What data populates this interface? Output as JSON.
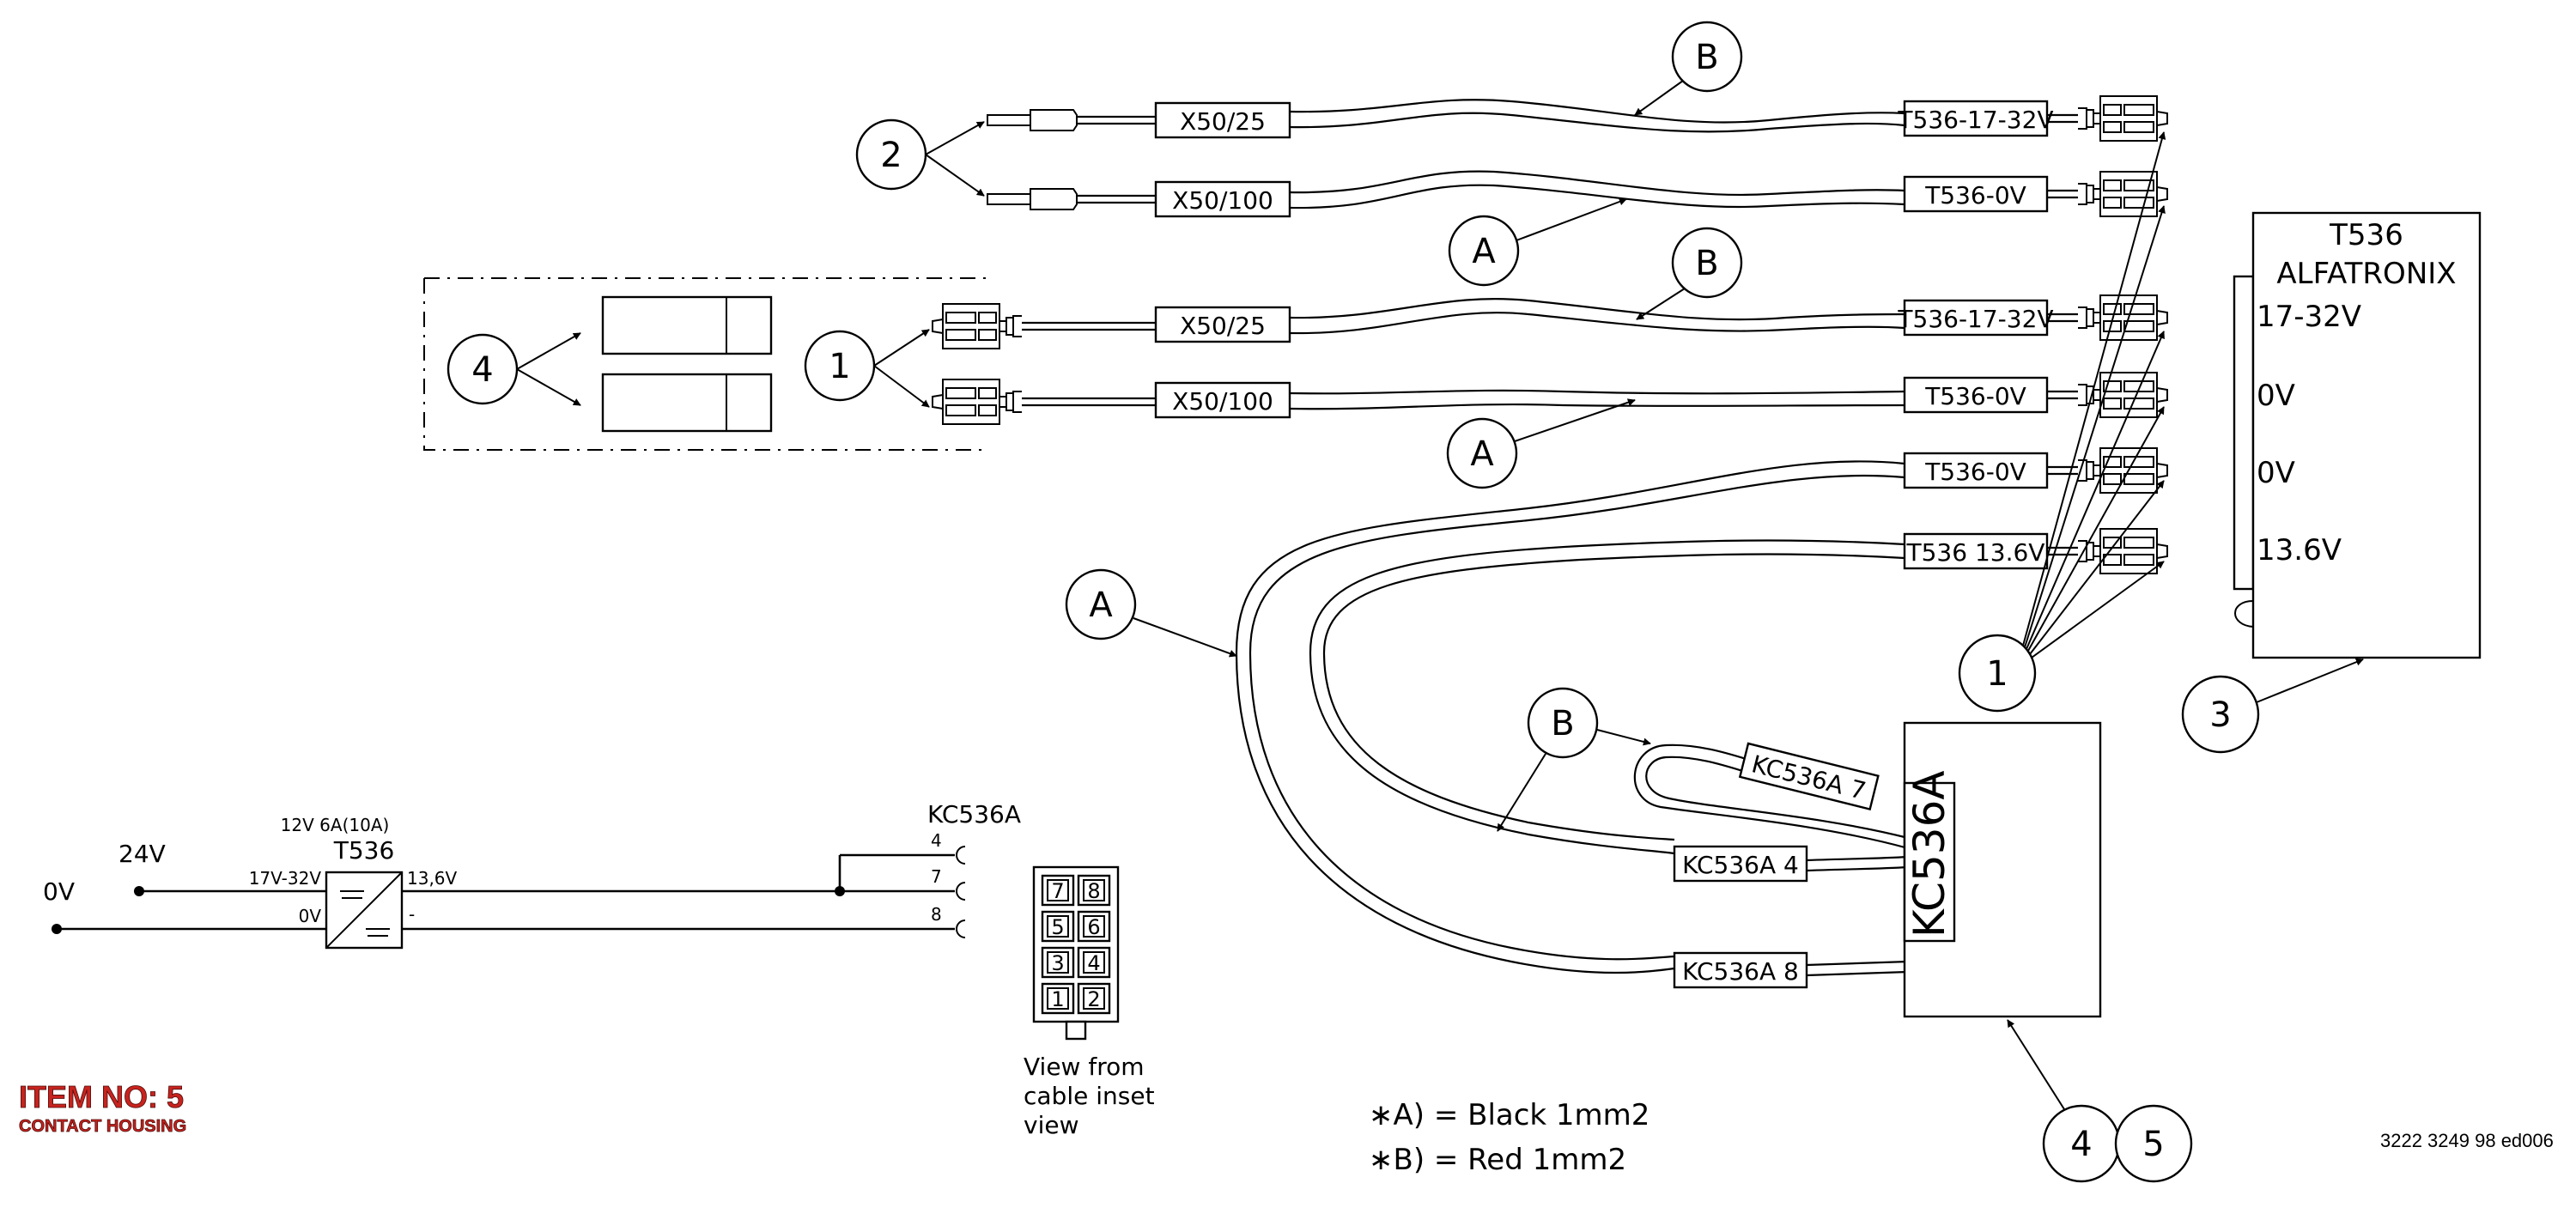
{
  "wire_labels": {
    "x50_25_top": "X50/25",
    "x50_100_top": "X50/100",
    "x50_25_mid": "X50/25",
    "x50_100_mid": "X50/100",
    "t536_1732_top": "T536-17-32V",
    "t536_0v_top": "T536-0V",
    "t536_1732_mid": "T536-17-32V",
    "t536_0v_mid": "T536-0V",
    "t536_0v_low": "T536-0V",
    "t536_136": "T536 13.6V",
    "kc536a_7": "KC536A 7",
    "kc536a_4": "KC536A 4",
    "kc536a_8": "KC536A 8"
  },
  "bubbles": {
    "b_top": "B",
    "two": "2",
    "a_top": "A",
    "b_mid": "B",
    "four_left": "4",
    "one_left": "1",
    "a_mid": "A",
    "a_loop": "A",
    "b_low": "B",
    "one_right": "1",
    "three": "3",
    "four_bottom": "4",
    "five_bottom": "5"
  },
  "psu": {
    "model": "T536",
    "brand": "ALFATRONIX",
    "terminals": [
      "17-32V",
      "0V",
      "0V",
      "13.6V"
    ]
  },
  "housing_label": "KC536A",
  "schematic": {
    "zero_v": "0V",
    "v24": "24V",
    "rating": "12V 6A(10A)",
    "converter": "T536",
    "in_range": "17V-32V",
    "in_zero": "0V",
    "out_v": "13,6V",
    "out_minus": "-",
    "connector": "KC536A",
    "pins": [
      "4",
      "7",
      "8"
    ]
  },
  "pin_grid": [
    "7",
    "8",
    "5",
    "6",
    "3",
    "4",
    "1",
    "2"
  ],
  "view_caption": [
    "View from",
    "cable inset",
    "view"
  ],
  "legend": {
    "a": "∗A) = Black 1mm2",
    "b": "∗B) = Red 1mm2"
  },
  "item": {
    "number": "ITEM NO: 5",
    "name": "CONTACT HOUSING"
  },
  "drawing_ref": "3222 3249 98 ed006"
}
